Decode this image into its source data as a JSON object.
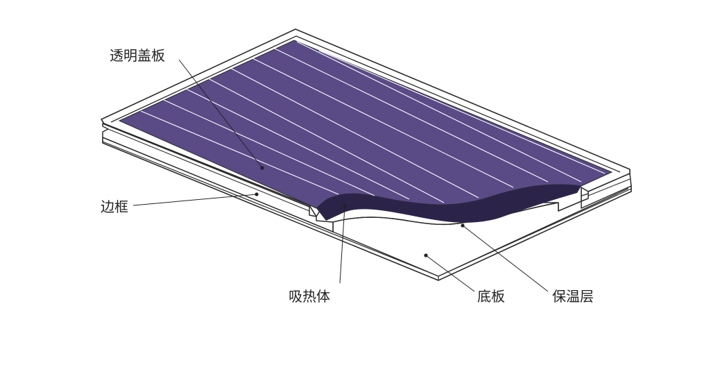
{
  "labels": {
    "cover": "透明盖板",
    "frame": "边框",
    "absorber": "吸热体",
    "base": "底板",
    "insulation": "保温层"
  },
  "colors": {
    "absorber": "#5a4a86",
    "absorber_shadow": "#2c2448",
    "stripe": "#ffffff",
    "outline": "#2a2a2a",
    "fill": "#ffffff",
    "label_text": "#222222"
  }
}
